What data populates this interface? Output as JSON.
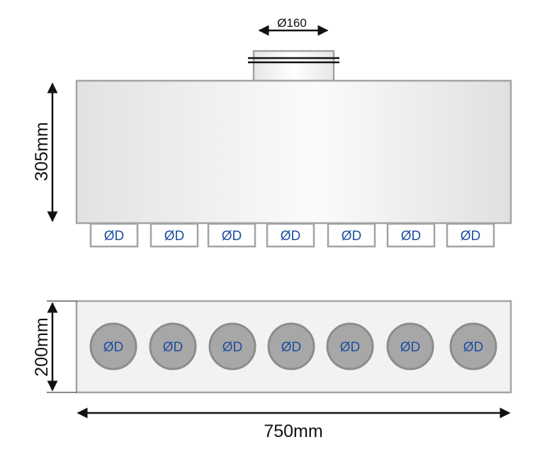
{
  "colors": {
    "outline": "#a3a3a3",
    "port_label": "#1f4e9e",
    "circle_fill": "#a7a7a7",
    "circle_stroke": "#8c8c8c",
    "arrow": "#111111"
  },
  "top_view": {
    "inlet_label": "Ø160",
    "height_label": "305mm",
    "outlets": [
      "ØD",
      "ØD",
      "ØD",
      "ØD",
      "ØD",
      "ØD",
      "ØD"
    ]
  },
  "bottom_view": {
    "height_label": "200mm",
    "width_label": "750mm",
    "outlets": [
      "ØD",
      "ØD",
      "ØD",
      "ØD",
      "ØD",
      "ØD",
      "ØD"
    ]
  }
}
